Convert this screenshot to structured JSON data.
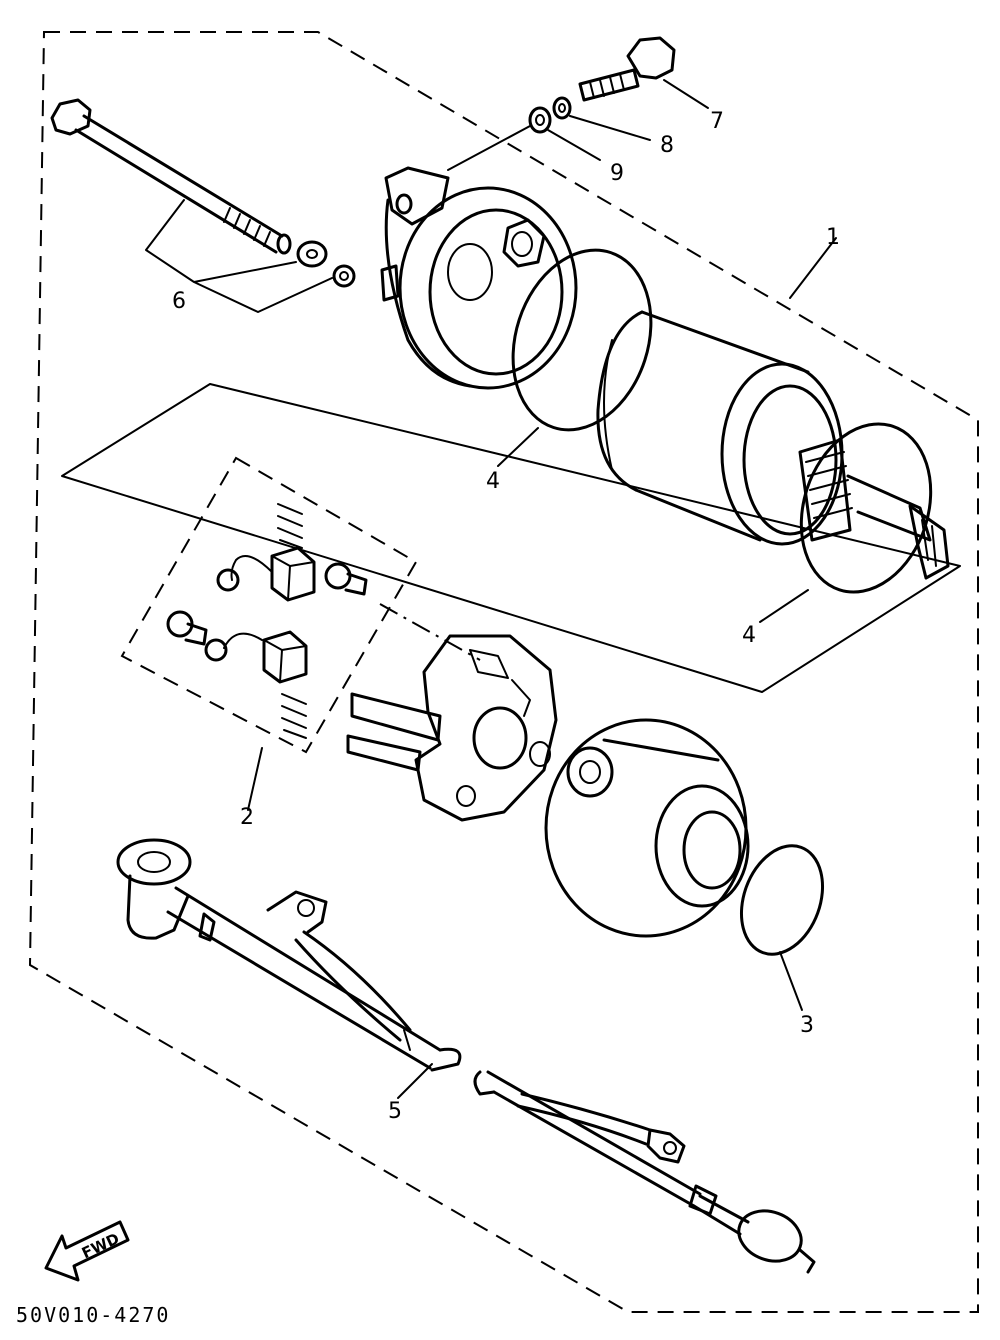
{
  "callouts": {
    "c1": "1",
    "c2": "2",
    "c3": "3",
    "c4a": "4",
    "c4b": "4",
    "c5": "5",
    "c6": "6",
    "c7": "7",
    "c8": "8",
    "c9": "9"
  },
  "direction_arrow": {
    "label": "FWD"
  },
  "drawing_code": "50V010-4270"
}
